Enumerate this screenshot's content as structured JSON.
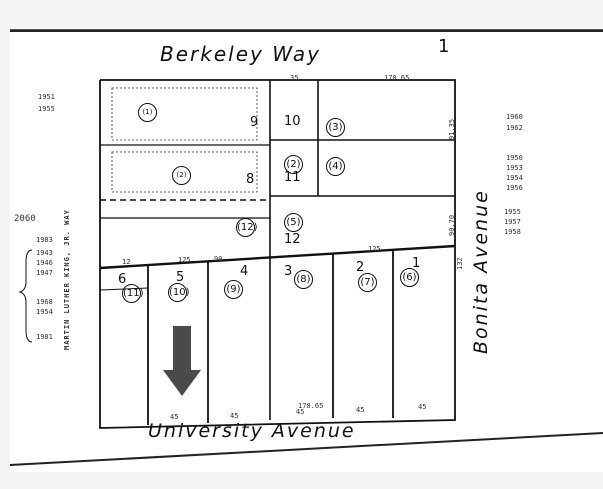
{
  "streets": {
    "top": "Berkeley Way",
    "bottom": "University Avenue",
    "right": "Bonita Avenue",
    "left": "MARTIN LUTHER KING, JR. WAY"
  },
  "sheet_number": "1",
  "lots": [
    {
      "lot": "9",
      "parcel": "(1)"
    },
    {
      "lot": "8",
      "parcel": "(2)"
    },
    {
      "lot": "10",
      "parcel": "(3)"
    },
    {
      "lot": "11",
      "parcel": "(2)"
    },
    {
      "lot": "",
      "parcel": "(4)"
    },
    {
      "lot": "12",
      "parcel": "(5)"
    },
    {
      "lot": "",
      "parcel": "(12)"
    },
    {
      "lot": "6",
      "parcel": "(11)"
    },
    {
      "lot": "5",
      "parcel": "(10)"
    },
    {
      "lot": "4",
      "parcel": "(9)"
    },
    {
      "lot": "3",
      "parcel": "(8)"
    },
    {
      "lot": "2",
      "parcel": "(7)"
    },
    {
      "lot": "1",
      "parcel": "(6)"
    }
  ],
  "dimensions": {
    "top_35": "35",
    "top_17065": "170.65",
    "mid_125": "125",
    "mid_90": "90",
    "mid_125b": "125",
    "bottom_45a": "45",
    "bottom_45b": "45",
    "bottom_45c": "45",
    "bottom_45d": "45",
    "bottom_45e": "45",
    "right_9135": "91.35",
    "right_9070": "90.70",
    "left_12": "12",
    "bonita_132": "132",
    "road_17065": "170.65"
  },
  "margin_left": {
    "code": "2060",
    "years": [
      "1983",
      "1943",
      "1946",
      "1947",
      "1968",
      "1954",
      "1981"
    ]
  },
  "margin_top_left": [
    "1951",
    "1955"
  ],
  "margin_right": [
    "1960",
    "1962",
    "1950",
    "1953",
    "1954",
    "1956",
    "1955",
    "1957",
    "1958"
  ],
  "colors": {
    "ink": "#111111",
    "arrow": "#4a4a4a"
  }
}
